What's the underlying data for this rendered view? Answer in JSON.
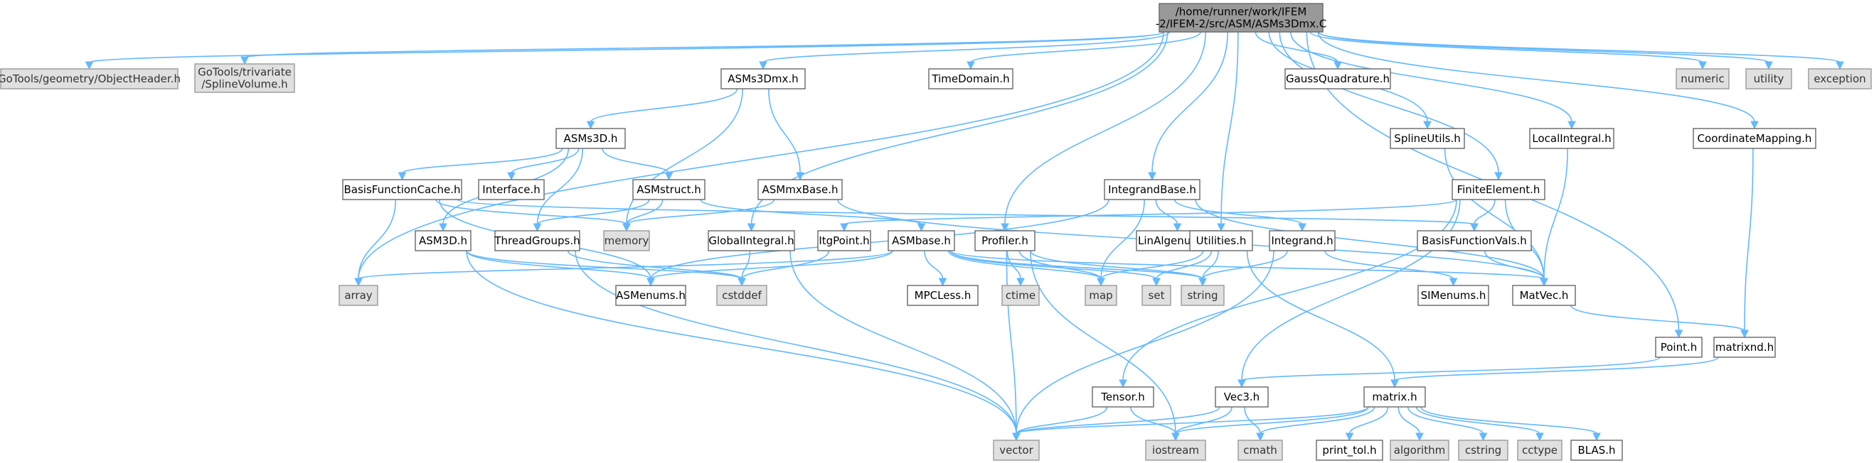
{
  "colors": {
    "edge": "#63b8ff",
    "root_fill": "#999999",
    "local_fill": "#ffffff",
    "system_fill": "#e0e0e0",
    "border": "#666666"
  },
  "nodes": [
    {
      "id": "root",
      "kind": "root",
      "lines": [
        "/home/runner/work/IFEM",
        "-2/IFEM-2/src/ASM/ASMs3Dmx.C"
      ]
    },
    {
      "id": "objheader",
      "kind": "sys",
      "lines": [
        "GoTools/geometry/ObjectHeader.h"
      ]
    },
    {
      "id": "splinevol",
      "kind": "sys",
      "lines": [
        "GoTools/trivariate",
        "/SplineVolume.h"
      ]
    },
    {
      "id": "asms3dmxh",
      "kind": "local",
      "lines": [
        "ASMs3Dmx.h"
      ]
    },
    {
      "id": "timedomain",
      "kind": "local",
      "lines": [
        "TimeDomain.h"
      ]
    },
    {
      "id": "gaussquad",
      "kind": "local",
      "lines": [
        "GaussQuadrature.h"
      ]
    },
    {
      "id": "numeric",
      "kind": "sys",
      "lines": [
        "numeric"
      ]
    },
    {
      "id": "utility",
      "kind": "sys",
      "lines": [
        "utility"
      ]
    },
    {
      "id": "exception",
      "kind": "sys",
      "lines": [
        "exception"
      ]
    },
    {
      "id": "asms3dh",
      "kind": "local",
      "lines": [
        "ASMs3D.h"
      ]
    },
    {
      "id": "splineutils",
      "kind": "local",
      "lines": [
        "SplineUtils.h"
      ]
    },
    {
      "id": "localintegral",
      "kind": "local",
      "lines": [
        "LocalIntegral.h"
      ]
    },
    {
      "id": "coordmap",
      "kind": "local",
      "lines": [
        "CoordinateMapping.h"
      ]
    },
    {
      "id": "basisfncache",
      "kind": "local",
      "lines": [
        "BasisFunctionCache.h"
      ]
    },
    {
      "id": "interface",
      "kind": "local",
      "lines": [
        "Interface.h"
      ]
    },
    {
      "id": "asmstruct",
      "kind": "local",
      "lines": [
        "ASMstruct.h"
      ]
    },
    {
      "id": "asmmxbase",
      "kind": "local",
      "lines": [
        "ASMmxBase.h"
      ]
    },
    {
      "id": "integrandbase",
      "kind": "local",
      "lines": [
        "IntegrandBase.h"
      ]
    },
    {
      "id": "finiteelement",
      "kind": "local",
      "lines": [
        "FiniteElement.h"
      ]
    },
    {
      "id": "memory",
      "kind": "sys",
      "lines": [
        "memory"
      ]
    },
    {
      "id": "asm3d",
      "kind": "local",
      "lines": [
        "ASM3D.h"
      ]
    },
    {
      "id": "threadgroups",
      "kind": "local",
      "lines": [
        "ThreadGroups.h"
      ]
    },
    {
      "id": "globalintegral",
      "kind": "local",
      "lines": [
        "GlobalIntegral.h"
      ]
    },
    {
      "id": "itgpoint",
      "kind": "local",
      "lines": [
        "ItgPoint.h"
      ]
    },
    {
      "id": "asmbase",
      "kind": "local",
      "lines": [
        "ASMbase.h"
      ]
    },
    {
      "id": "profiler",
      "kind": "local",
      "lines": [
        "Profiler.h"
      ]
    },
    {
      "id": "linalgenums",
      "kind": "local",
      "lines": [
        "LinAlgenums.h"
      ]
    },
    {
      "id": "utilities",
      "kind": "local",
      "lines": [
        "Utilities.h"
      ]
    },
    {
      "id": "integrand",
      "kind": "local",
      "lines": [
        "Integrand.h"
      ]
    },
    {
      "id": "basisfnvals",
      "kind": "local",
      "lines": [
        "BasisFunctionVals.h"
      ]
    },
    {
      "id": "array",
      "kind": "sys",
      "lines": [
        "array"
      ]
    },
    {
      "id": "asmenums",
      "kind": "local",
      "lines": [
        "ASMenums.h"
      ]
    },
    {
      "id": "cstddef",
      "kind": "sys",
      "lines": [
        "cstddef"
      ]
    },
    {
      "id": "mpcless",
      "kind": "local",
      "lines": [
        "MPCLess.h"
      ]
    },
    {
      "id": "ctime",
      "kind": "sys",
      "lines": [
        "ctime"
      ]
    },
    {
      "id": "map",
      "kind": "sys",
      "lines": [
        "map"
      ]
    },
    {
      "id": "set",
      "kind": "sys",
      "lines": [
        "set"
      ]
    },
    {
      "id": "string",
      "kind": "sys",
      "lines": [
        "string"
      ]
    },
    {
      "id": "simenums",
      "kind": "local",
      "lines": [
        "SIMenums.h"
      ]
    },
    {
      "id": "matvec",
      "kind": "local",
      "lines": [
        "MatVec.h"
      ]
    },
    {
      "id": "point",
      "kind": "local",
      "lines": [
        "Point.h"
      ]
    },
    {
      "id": "matrixnd",
      "kind": "local",
      "lines": [
        "matrixnd.h"
      ]
    },
    {
      "id": "tensor",
      "kind": "local",
      "lines": [
        "Tensor.h"
      ]
    },
    {
      "id": "vec3",
      "kind": "local",
      "lines": [
        "Vec3.h"
      ]
    },
    {
      "id": "matrix",
      "kind": "local",
      "lines": [
        "matrix.h"
      ]
    },
    {
      "id": "vector",
      "kind": "sys",
      "lines": [
        "vector"
      ]
    },
    {
      "id": "iostream",
      "kind": "sys",
      "lines": [
        "iostream"
      ]
    },
    {
      "id": "cmath",
      "kind": "sys",
      "lines": [
        "cmath"
      ]
    },
    {
      "id": "printtol",
      "kind": "local",
      "lines": [
        "print_tol.h"
      ]
    },
    {
      "id": "algorithm",
      "kind": "sys",
      "lines": [
        "algorithm"
      ]
    },
    {
      "id": "cstring",
      "kind": "sys",
      "lines": [
        "cstring"
      ]
    },
    {
      "id": "cctype",
      "kind": "sys",
      "lines": [
        "cctype"
      ]
    },
    {
      "id": "blas",
      "kind": "local",
      "lines": [
        "BLAS.h"
      ]
    }
  ],
  "edges": [
    [
      "root",
      "objheader"
    ],
    [
      "root",
      "splinevol"
    ],
    [
      "root",
      "asms3dmxh"
    ],
    [
      "root",
      "timedomain"
    ],
    [
      "root",
      "gaussquad"
    ],
    [
      "root",
      "numeric"
    ],
    [
      "root",
      "utility"
    ],
    [
      "root",
      "exception"
    ],
    [
      "root",
      "array"
    ],
    [
      "root",
      "globalintegral"
    ],
    [
      "root",
      "integrandbase"
    ],
    [
      "root",
      "profiler"
    ],
    [
      "root",
      "utilities"
    ],
    [
      "root",
      "finiteelement"
    ],
    [
      "root",
      "splineutils"
    ],
    [
      "root",
      "localintegral"
    ],
    [
      "root",
      "coordmap"
    ],
    [
      "root",
      "point"
    ],
    [
      "asms3dmxh",
      "asms3dh"
    ],
    [
      "asms3dmxh",
      "asmmxbase"
    ],
    [
      "asms3dmxh",
      "memory"
    ],
    [
      "asms3dh",
      "basisfncache"
    ],
    [
      "asms3dh",
      "interface"
    ],
    [
      "asms3dh",
      "asmstruct"
    ],
    [
      "asms3dh",
      "asm3d"
    ],
    [
      "asms3dh",
      "threadgroups"
    ],
    [
      "basisfncache",
      "array"
    ],
    [
      "basisfncache",
      "memory"
    ],
    [
      "basisfncache",
      "basisfnvals"
    ],
    [
      "basisfncache",
      "asmenums"
    ],
    [
      "asmstruct",
      "asmbase"
    ],
    [
      "asmstruct",
      "memory"
    ],
    [
      "asmstruct",
      "threadgroups"
    ],
    [
      "asmmxbase",
      "memory"
    ],
    [
      "asmmxbase",
      "matvec"
    ],
    [
      "asm3d",
      "asmenums"
    ],
    [
      "asm3d",
      "cstddef"
    ],
    [
      "asm3d",
      "vector"
    ],
    [
      "threadgroups",
      "cstddef"
    ],
    [
      "threadgroups",
      "vector"
    ],
    [
      "globalintegral",
      "cstddef"
    ],
    [
      "globalintegral",
      "vector"
    ],
    [
      "itgpoint",
      "cstddef"
    ],
    [
      "asmbase",
      "array"
    ],
    [
      "asmbase",
      "asmenums"
    ],
    [
      "asmbase",
      "mpcless"
    ],
    [
      "asmbase",
      "map"
    ],
    [
      "asmbase",
      "set"
    ],
    [
      "asmbase",
      "string"
    ],
    [
      "asmbase",
      "matvec"
    ],
    [
      "profiler",
      "ctime"
    ],
    [
      "profiler",
      "map"
    ],
    [
      "profiler",
      "string"
    ],
    [
      "profiler",
      "vector"
    ],
    [
      "profiler",
      "iostream"
    ],
    [
      "integrandbase",
      "asmenums"
    ],
    [
      "integrandbase",
      "linalgenums"
    ],
    [
      "integrandbase",
      "integrand"
    ],
    [
      "integrandbase",
      "map"
    ],
    [
      "integrandbase",
      "matvec"
    ],
    [
      "utilities",
      "map"
    ],
    [
      "utilities",
      "set"
    ],
    [
      "utilities",
      "string"
    ],
    [
      "utilities",
      "matrix"
    ],
    [
      "integrand",
      "simenums"
    ],
    [
      "integrand",
      "string"
    ],
    [
      "integrand",
      "vector"
    ],
    [
      "finiteelement",
      "itgpoint"
    ],
    [
      "finiteelement",
      "basisfnvals"
    ],
    [
      "finiteelement",
      "matvec"
    ],
    [
      "finiteelement",
      "tensor"
    ],
    [
      "finiteelement",
      "vec3"
    ],
    [
      "basisfnvals",
      "matvec"
    ],
    [
      "splineutils",
      "matvec"
    ],
    [
      "localintegral",
      "matvec"
    ],
    [
      "coordmap",
      "matrixnd"
    ],
    [
      "matvec",
      "matrixnd"
    ],
    [
      "matrixnd",
      "matrix"
    ],
    [
      "point",
      "vec3"
    ],
    [
      "tensor",
      "vector"
    ],
    [
      "tensor",
      "iostream"
    ],
    [
      "vec3",
      "vector"
    ],
    [
      "vec3",
      "iostream"
    ],
    [
      "vec3",
      "cmath"
    ],
    [
      "matrix",
      "vector"
    ],
    [
      "matrix",
      "iostream"
    ],
    [
      "matrix",
      "cmath"
    ],
    [
      "matrix",
      "printtol"
    ],
    [
      "matrix",
      "algorithm"
    ],
    [
      "matrix",
      "cstring"
    ],
    [
      "matrix",
      "cctype"
    ],
    [
      "matrix",
      "blas"
    ]
  ]
}
